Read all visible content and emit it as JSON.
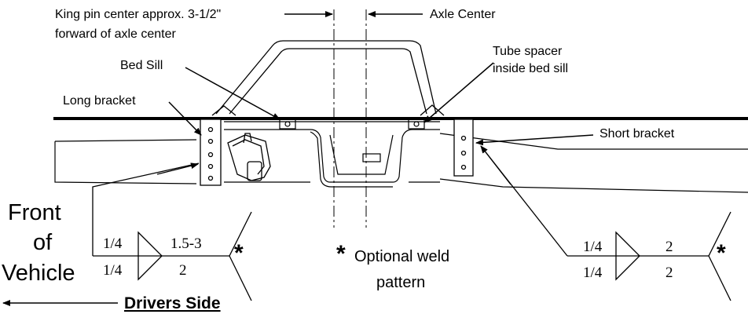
{
  "labels": {
    "king_pin": "King pin center approx. 3-1/2\"",
    "king_pin_2": "forward of axle center",
    "axle_center": "Axle Center",
    "bed_sill": "Bed Sill",
    "tube_spacer": "Tube spacer",
    "tube_spacer_2": "inside bed sill",
    "long_bracket": "Long bracket",
    "short_bracket": "Short bracket",
    "front": "Front",
    "of": "of",
    "vehicle": "Vehicle",
    "optional_star": "*",
    "optional_weld": "Optional weld",
    "optional_weld_2": "pattern",
    "drivers_side": "Drivers Side"
  },
  "weld_left": {
    "top_size": "1/4",
    "top_length": "1.5-3",
    "bottom_size": "1/4",
    "bottom_length": "2",
    "tail": "*"
  },
  "weld_right": {
    "top_size": "1/4",
    "top_length": "2",
    "bottom_size": "1/4",
    "bottom_length": "2",
    "tail": "*"
  },
  "colors": {
    "line": "#000000",
    "background": "#ffffff"
  }
}
